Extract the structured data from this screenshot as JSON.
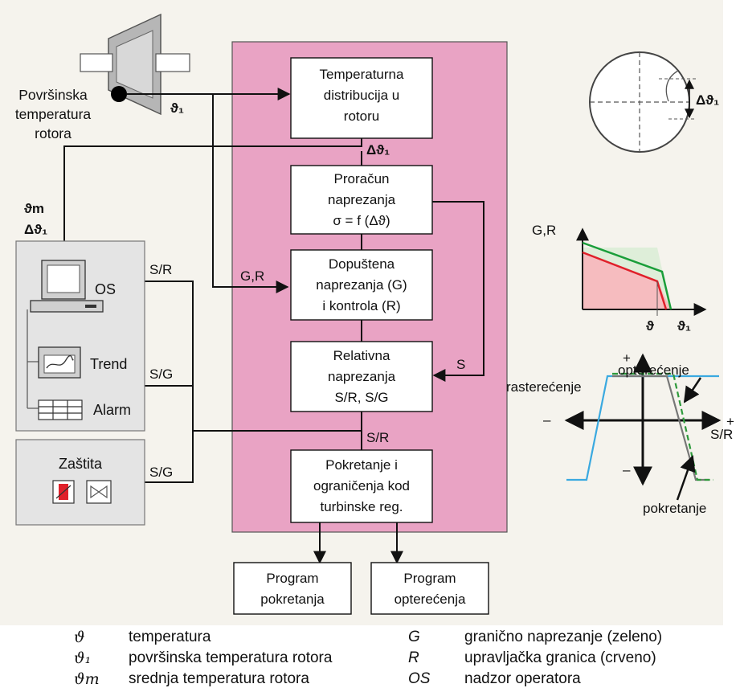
{
  "sensor": {
    "label_lines": [
      "Površinska",
      "temperatura",
      "rotora"
    ],
    "theta1": "ϑ₁",
    "theta_m": "ϑm",
    "delta_theta1": "Δϑ₁"
  },
  "process_boxes": {
    "temp_distribution": [
      "Temperaturna",
      "distribucija u",
      "rotoru"
    ],
    "delta_theta1": "Δϑ₁",
    "stress_calc": [
      "Proračun",
      "naprezanja",
      "σ = f (Δϑ)"
    ],
    "allowed_stress": [
      "Dopuštena",
      "naprezanja (G)",
      "i kontrola (R)"
    ],
    "relative_stress": [
      "Relativna",
      "naprezanja",
      "S/R, S/G"
    ],
    "startup_limits": [
      "Pokretanje i",
      "ograničenja kod",
      "turbinske reg."
    ]
  },
  "signals": {
    "sr": "S/R",
    "sg": "S/G",
    "gr": "G,R",
    "s": "S"
  },
  "monitor_box": {
    "os": "OS",
    "trend": "Trend",
    "alarm": "Alarm"
  },
  "protection_box": {
    "title": "Zaštita"
  },
  "outputs": {
    "startup_program": [
      "Program",
      "pokretanja"
    ],
    "load_program": [
      "Program",
      "opterećenja"
    ]
  },
  "rotor_circle": {
    "label": "Δϑ₁"
  },
  "gr_chart": {
    "ylabel": "G,R",
    "x_tick1": "ϑ",
    "x_tick2": "ϑ₁",
    "colors": {
      "G": "#1a9e3a",
      "R": "#e0202a"
    }
  },
  "load_chart": {
    "load_label": "opterećenje",
    "unload_label": "rasterećenje",
    "startup_label": "pokretanje",
    "plus": "+",
    "minus": "–",
    "sr_label": "S/R"
  },
  "legend": {
    "left": [
      {
        "symbol": "ϑ",
        "text": "temperatura"
      },
      {
        "symbol": "ϑ₁",
        "text": "površinska temperatura rotora"
      },
      {
        "symbol": "ϑm",
        "text": "srednja temperatura rotora"
      }
    ],
    "right": [
      {
        "symbol": "G",
        "text": "granično naprezanje (zeleno)"
      },
      {
        "symbol": "R",
        "text": "upravljačka granica (crveno)"
      },
      {
        "symbol": "OS",
        "text": "nadzor operatora"
      }
    ]
  },
  "colors": {
    "pink_block": "#e9a3c4",
    "panel_gray": "#e4e4e4",
    "blue_curve": "#3aa9e0",
    "green_dashed": "#2e9a3b"
  }
}
